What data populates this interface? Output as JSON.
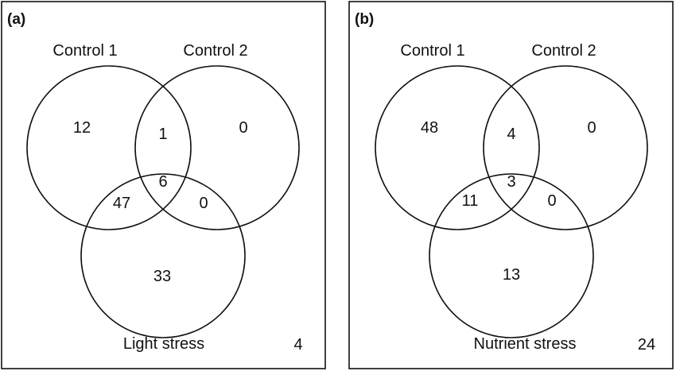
{
  "panels": [
    {
      "label": "(a)",
      "sets": [
        "Control 1",
        "Control 2",
        "Light stress"
      ],
      "counts": {
        "only_a": "12",
        "a_b": "1",
        "only_b": "0",
        "a_b_c": "6",
        "a_c": "47",
        "b_c": "0",
        "only_c": "33",
        "outside": "4"
      }
    },
    {
      "label": "(b)",
      "sets": [
        "Control 1",
        "Control 2",
        "Nutrient stress"
      ],
      "counts": {
        "only_a": "48",
        "a_b": "4",
        "only_b": "0",
        "a_b_c": "3",
        "a_c": "11",
        "b_c": "0",
        "only_c": "13",
        "outside": "24"
      }
    }
  ]
}
